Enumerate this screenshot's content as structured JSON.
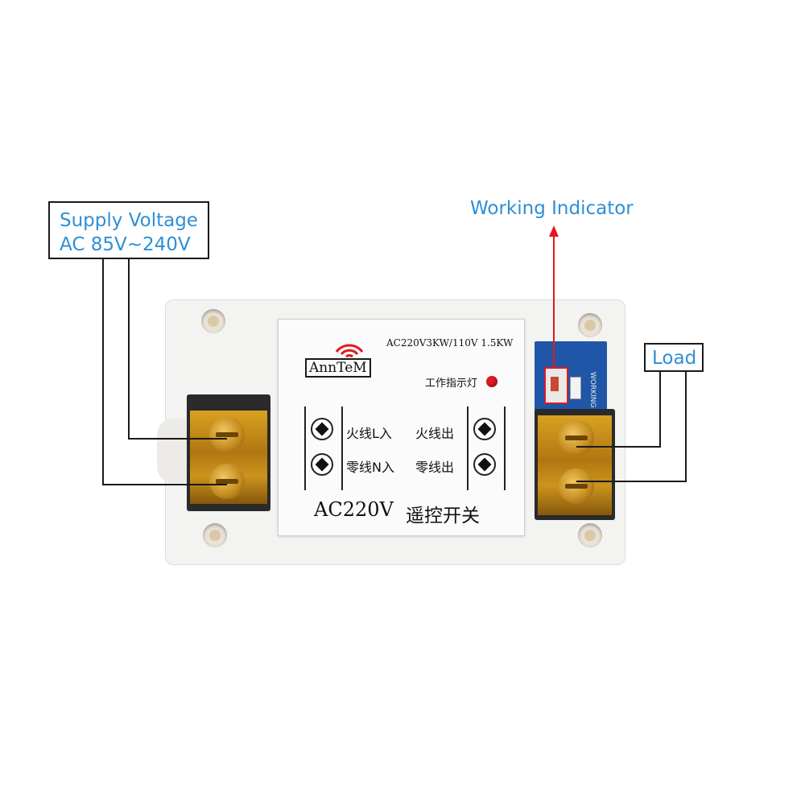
{
  "callouts": {
    "supply_line1": "Supply Voltage",
    "supply_line2": "AC 85V~240V",
    "indicator": "Working Indicator",
    "load": "Load"
  },
  "plate": {
    "brand": "AnnTeM",
    "rating": "AC220V3KW/110V 1.5KW",
    "indicator_label": "工作指示灯",
    "live_in": "火线L入",
    "neutral_in": "零线N入",
    "live_out": "火线出",
    "neutral_out": "零线出",
    "main_title_en": "AC220V",
    "main_title_cn": "遥控开关"
  },
  "pcb": {
    "silkscreen": "WORKING"
  },
  "colors": {
    "callout_text": "#2e8fd6",
    "indicator_arrow": "#e0191e",
    "led_dot": "#e0191e",
    "terminal_amber": "#d49a1c",
    "pcb_blue": "#1f56a8"
  }
}
